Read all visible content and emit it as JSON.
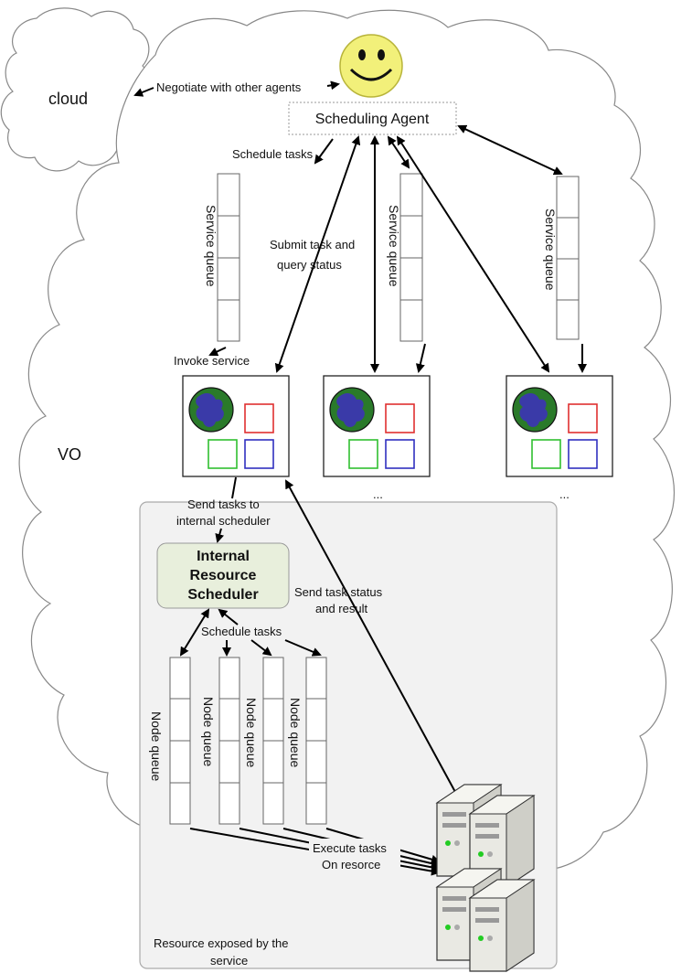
{
  "cloud_label": "cloud",
  "vo_label": "VO",
  "negotiate_label": "Negotiate with other agents",
  "scheduling_agent_label": "Scheduling Agent",
  "schedule_tasks_top": "Schedule tasks",
  "service_queue_label": "Service queue",
  "submit_task_line1": "Submit task and",
  "submit_task_line2": "query status",
  "invoke_service_label": "Invoke service",
  "ellipsis": "...",
  "send_tasks_line1": "Send tasks to",
  "send_tasks_line2": "internal scheduler",
  "irs_line1": "Internal",
  "irs_line2": "Resource",
  "irs_line3": "Scheduler",
  "send_status_line1": "Send task status",
  "send_status_line2": "and result",
  "schedule_tasks_bottom": "Schedule tasks",
  "node_queue_label": "Node queue",
  "execute_line1": "Execute tasks",
  "execute_line2": "On resorce",
  "resource_line1": "Resource exposed by the",
  "resource_line2": "service",
  "colors": {
    "globe_ocean": "#2a7a2a",
    "globe_land": "#3a3aa8",
    "square_red": "#e03030",
    "square_green": "#30c030",
    "square_blue": "#3030c0",
    "smiley": "#f2f07a",
    "irs_fill": "#e8efdc",
    "resource_panel": "#f2f2f2"
  }
}
